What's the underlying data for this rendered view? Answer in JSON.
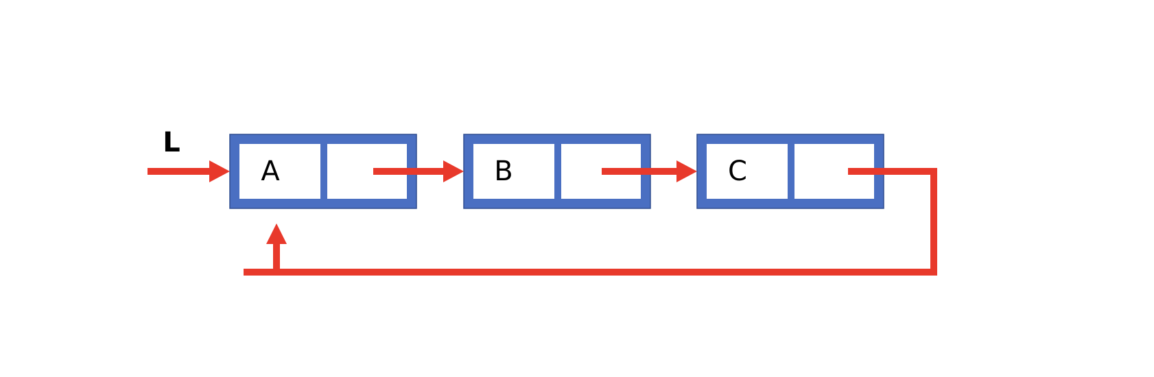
{
  "diagram": {
    "pointer_label": "L",
    "nodes": [
      {
        "id": "A",
        "value": "A"
      },
      {
        "id": "B",
        "value": "B"
      },
      {
        "id": "C",
        "value": "C"
      }
    ],
    "colors": {
      "node_fill": "#4a6fc2",
      "node_border": "#2f4d8f",
      "cell_fill": "#ffffff",
      "arrow": "#e8392b",
      "text": "#000000"
    },
    "links": [
      {
        "from": "L",
        "to": "A"
      },
      {
        "from": "A",
        "to": "B"
      },
      {
        "from": "B",
        "to": "C"
      },
      {
        "from": "C",
        "to": "A"
      }
    ]
  }
}
